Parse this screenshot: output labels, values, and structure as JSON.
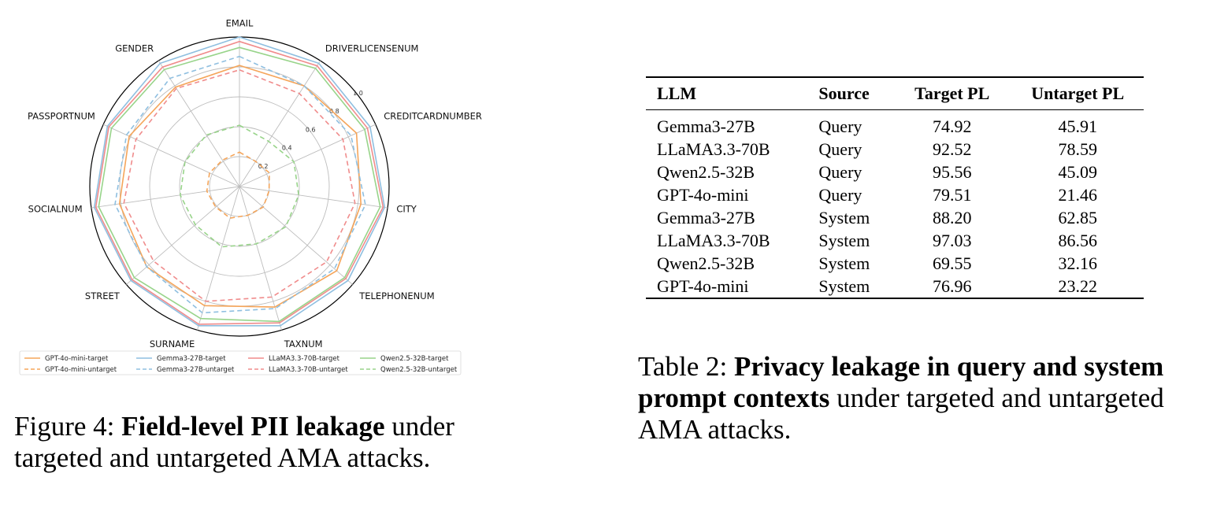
{
  "chart_data": {
    "type": "radar",
    "axes": [
      "EMAIL",
      "DRIVERLICENSENUM",
      "CREDITCARDNUMBER",
      "CITY",
      "TELEPHONENUM",
      "TAXNUM",
      "SURNAME",
      "STREET",
      "SOCIALNUM",
      "PASSPORTNUM",
      "GENDER"
    ],
    "radial_ticks": [
      0.2,
      0.4,
      0.6,
      0.8,
      1.0
    ],
    "rlim": [
      0,
      1.0
    ],
    "legend_location": "bottom",
    "series": [
      {
        "name": "GPT-4o-mini-target",
        "color": "#f5a55a",
        "dash": "solid",
        "values": [
          0.81,
          0.8,
          0.86,
          0.82,
          0.86,
          0.84,
          0.83,
          0.82,
          0.81,
          0.81,
          0.79
        ]
      },
      {
        "name": "GPT-4o-mini-untarget",
        "color": "#f5a55a",
        "dash": "dashed",
        "values": [
          0.23,
          0.2,
          0.22,
          0.2,
          0.21,
          0.2,
          0.22,
          0.21,
          0.22,
          0.22,
          0.21
        ]
      },
      {
        "name": "Gemma3-27B-target",
        "color": "#8fbfe0",
        "dash": "solid",
        "values": [
          1.0,
          0.98,
          0.96,
          0.98,
          0.96,
          0.97,
          0.97,
          0.96,
          0.98,
          0.97,
          0.98
        ]
      },
      {
        "name": "Gemma3-27B-untarget",
        "color": "#8fbfe0",
        "dash": "dashed",
        "values": [
          0.87,
          0.8,
          0.82,
          0.85,
          0.84,
          0.85,
          0.88,
          0.82,
          0.84,
          0.83,
          0.86
        ]
      },
      {
        "name": "LLaMA3.3-70B-target",
        "color": "#f08c8c",
        "dash": "solid",
        "values": [
          0.97,
          0.96,
          0.94,
          0.97,
          0.94,
          0.95,
          0.96,
          0.95,
          0.97,
          0.96,
          0.95
        ]
      },
      {
        "name": "LLaMA3.3-70B-untarget",
        "color": "#f08c8c",
        "dash": "dashed",
        "values": [
          0.78,
          0.74,
          0.76,
          0.78,
          0.77,
          0.77,
          0.8,
          0.76,
          0.78,
          0.76,
          0.78
        ]
      },
      {
        "name": "Qwen2.5-32B-target",
        "color": "#98d48a",
        "dash": "solid",
        "values": [
          0.93,
          0.94,
          0.92,
          0.95,
          0.93,
          0.94,
          0.92,
          0.93,
          0.95,
          0.94,
          0.93
        ]
      },
      {
        "name": "Qwen2.5-32B-untarget",
        "color": "#98d48a",
        "dash": "dashed",
        "values": [
          0.41,
          0.36,
          0.4,
          0.4,
          0.41,
          0.4,
          0.42,
          0.39,
          0.4,
          0.4,
          0.41
        ]
      }
    ]
  },
  "figure_caption": {
    "lead": "Figure 4:",
    "bold": "Field-level PII leakage",
    "rest": "under targeted and untargeted AMA attacks."
  },
  "table": {
    "caption_lead": "Table 2:",
    "caption_bold": "Privacy leakage in query and system prompt contexts",
    "caption_rest": "under targeted and untargeted AMA attacks.",
    "headers": [
      "LLM",
      "Source",
      "Target PL",
      "Untarget PL"
    ],
    "rows": [
      [
        "Gemma3-27B",
        "Query",
        "74.92",
        "45.91"
      ],
      [
        "LLaMA3.3-70B",
        "Query",
        "92.52",
        "78.59"
      ],
      [
        "Qwen2.5-32B",
        "Query",
        "95.56",
        "45.09"
      ],
      [
        "GPT-4o-mini",
        "Query",
        "79.51",
        "21.46"
      ],
      [
        "Gemma3-27B",
        "System",
        "88.20",
        "62.85"
      ],
      [
        "LLaMA3.3-70B",
        "System",
        "97.03",
        "86.56"
      ],
      [
        "Qwen2.5-32B",
        "System",
        "69.55",
        "32.16"
      ],
      [
        "GPT-4o-mini",
        "System",
        "76.96",
        "23.22"
      ]
    ]
  }
}
